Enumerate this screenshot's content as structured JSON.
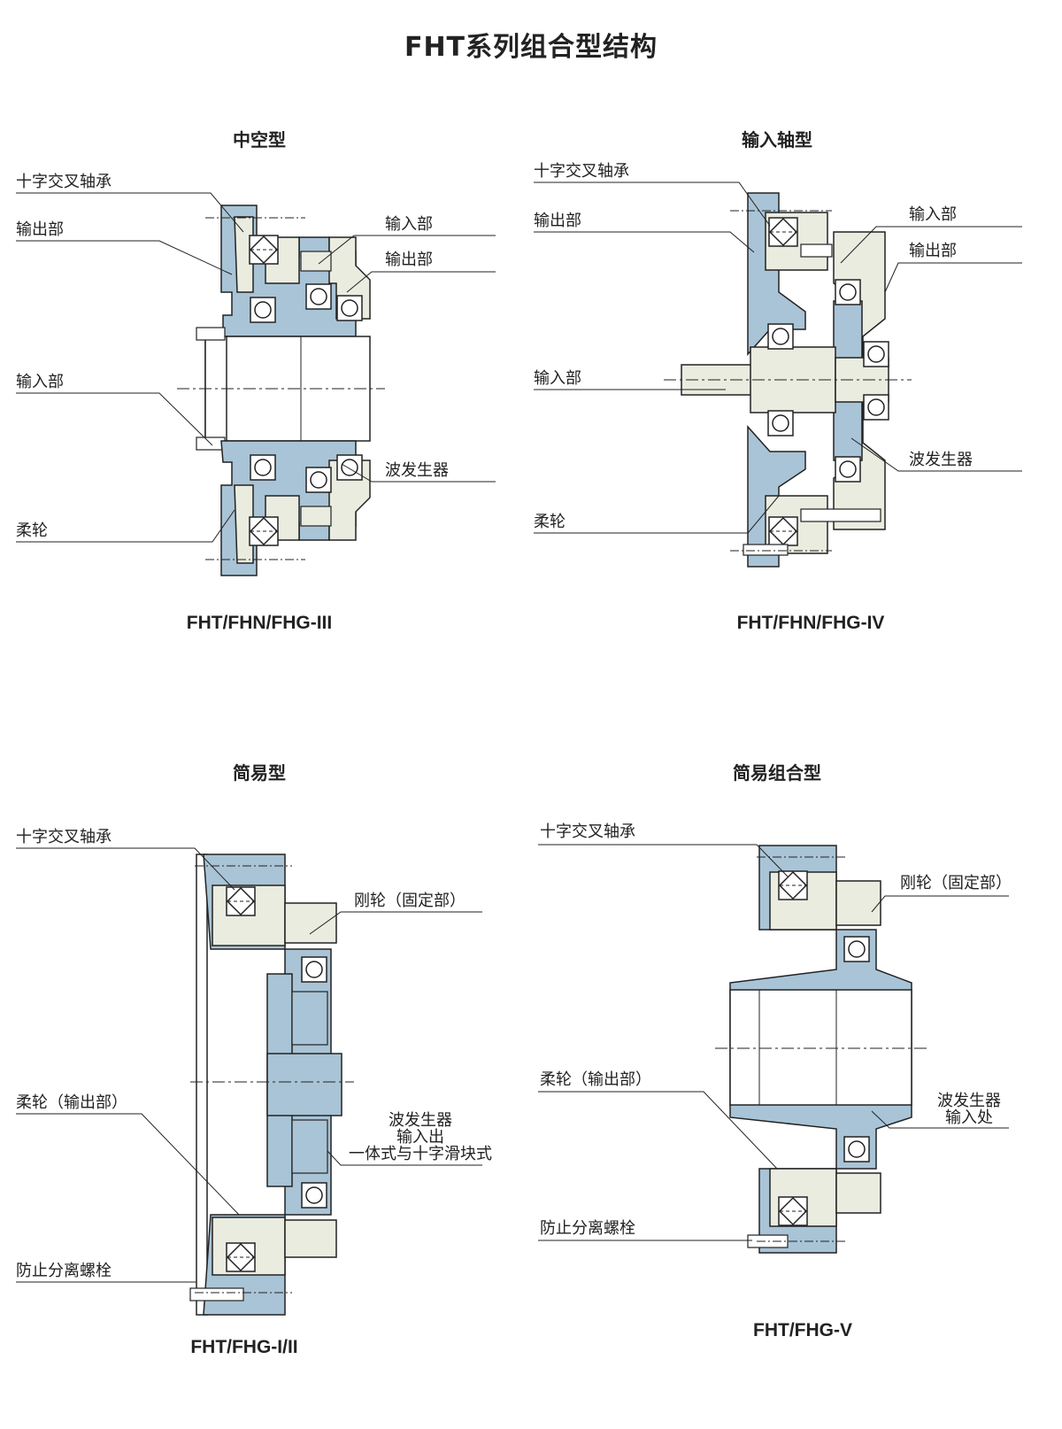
{
  "title": "FHT系列组合型结构",
  "colors": {
    "blue": "#a9c4d6",
    "beige": "#e9ecdf",
    "line": "#222222",
    "panel": "#ffffff"
  },
  "diagrams": [
    {
      "subtitle": "中空型",
      "model": "FHT/FHN/FHG-III",
      "labels": {
        "cross_bearing": "十字交叉轴承",
        "output_left": "输出部",
        "input_right": "输入部",
        "output_right": "输出部",
        "input_left": "输入部",
        "wave_gen": "波发生器",
        "flexspline": "柔轮"
      }
    },
    {
      "subtitle": "输入轴型",
      "model": "FHT/FHN/FHG-IV",
      "labels": {
        "cross_bearing": "十字交叉轴承",
        "output_left": "输出部",
        "input_right": "输入部",
        "output_right": "输出部",
        "input_left": "输入部",
        "wave_gen": "波发生器",
        "flexspline": "柔轮"
      }
    },
    {
      "subtitle": "简易型",
      "model": "FHT/FHG-I/II",
      "labels": {
        "cross_bearing": "十字交叉轴承",
        "circular_spline": "刚轮（固定部）",
        "flexspline_output": "柔轮（输出部）",
        "wave_line1": "波发生器",
        "wave_line2": "输入出",
        "wave_line3": "一体式与十字滑块式",
        "anti_sep_bolt": "防止分离螺栓"
      }
    },
    {
      "subtitle": "简易组合型",
      "model": "FHT/FHG-V",
      "labels": {
        "cross_bearing": "十字交叉轴承",
        "circular_spline": "刚轮（固定部）",
        "flexspline_output": "柔轮（输出部）",
        "wave_line1": "波发生器",
        "wave_line2": "输入处",
        "anti_sep_bolt": "防止分离螺栓"
      }
    }
  ]
}
